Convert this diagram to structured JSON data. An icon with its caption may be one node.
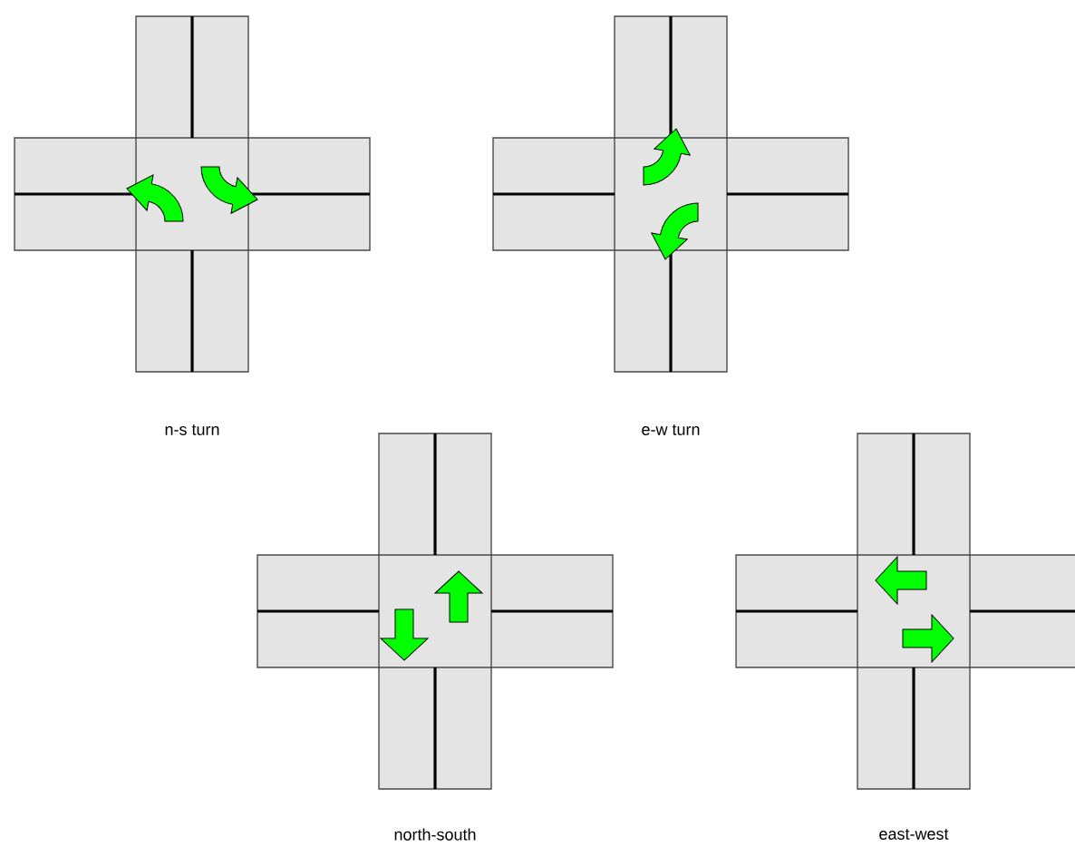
{
  "diagram": {
    "labels": [
      "n-s turn",
      "e-w turn",
      "north-south",
      "east-west"
    ]
  }
}
